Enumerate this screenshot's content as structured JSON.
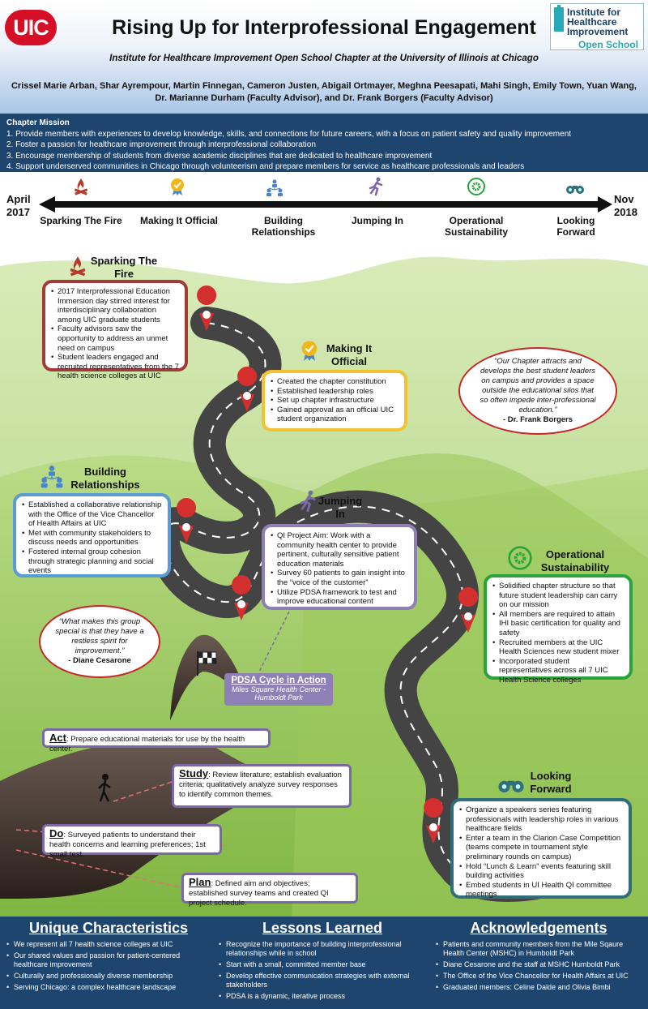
{
  "header": {
    "logo_left": "UIC",
    "title": "Rising Up for Interprofessional Engagement",
    "subtitle": "Institute for Healthcare Improvement Open School Chapter at the University of Illinois at Chicago",
    "authors": "Crissel Marie Arban, Shar Ayrempour, Martin Finnegan, Cameron Justen, Abigail Ortmayer, Meghna Peesapati, Mahi Singh, Emily Town, Yuan Wang, Dr. Marianne Durham (Faculty Advisor), and Dr. Frank Borgers (Faculty Advisor)",
    "ihi_logo": {
      "line1": "Institute for",
      "line2": "Healthcare",
      "line3": "Improvement",
      "line4": "Open School"
    }
  },
  "mission": {
    "title": "Chapter Mission",
    "items": [
      "1. Provide members with experiences to develop knowledge, skills, and connections for future careers, with a focus on patient safety and quality improvement",
      "2. Foster a passion for healthcare improvement through interprofessional collaboration",
      "3. Encourage membership of students from diverse academic disciplines that are dedicated to healthcare improvement",
      "4. Support underserved communities in Chicago through volunteerism and prepare members for service as healthcare professionals and leaders"
    ]
  },
  "timeline": {
    "start": {
      "month": "April",
      "year": "2017"
    },
    "end": {
      "month": "Nov",
      "year": "2018"
    },
    "stages": [
      {
        "label": "Sparking The Fire",
        "icon": "campfire-icon"
      },
      {
        "label": "Making It Official",
        "icon": "award-badge-icon"
      },
      {
        "label": "Building Relationships",
        "icon": "team-network-icon"
      },
      {
        "label": "Jumping In",
        "icon": "runner-icon"
      },
      {
        "label": "Operational Sustainability",
        "icon": "gears-icon"
      },
      {
        "label": "Looking Forward",
        "icon": "binoculars-icon"
      }
    ]
  },
  "sections": {
    "sparking": {
      "title": "Sparking The Fire",
      "items": [
        "2017 Interprofessional Education Immersion day stirred interest for interdisciplinary collaboration among UIC graduate students",
        "Faculty advisors saw the opportunity to address an unmet need on campus",
        "Student leaders engaged and recruited representatives from the 7 health science colleges at UIC"
      ]
    },
    "official": {
      "title": "Making It Official",
      "items": [
        "Created the chapter constitution",
        "Established leadership roles",
        "Set up chapter infrastructure",
        "Gained approval as an official UIC student organization"
      ]
    },
    "building": {
      "title": "Building Relationships",
      "items": [
        "Established a collaborative relationship with the Office of the Vice Chancellor of Health Affairs at UIC",
        "Met with community stakeholders to discuss needs and opportunities",
        "Fostered internal group cohesion through strategic planning and social events"
      ]
    },
    "jumping": {
      "title": "Jumping In",
      "items": [
        "QI Project Aim: Work with a community health center to provide pertinent, culturally sensitive patient education materials",
        "Survey 60 patients to gain insight into the “voice of the customer”",
        "Utilize PDSA framework to test and improve educational content"
      ]
    },
    "operational": {
      "title": "Operational Sustainability",
      "items": [
        "Solidified chapter structure so that future student leadership can carry on our mission",
        "All members are required to attain IHI basic certification for quality and safety",
        "Recruited members at the UIC Health Sciences new student mixer",
        "Incorporated student representatives across all 7 UIC Health Science colleges"
      ]
    },
    "looking": {
      "title": "Looking Forward",
      "items": [
        "Organize a speakers series featuring professionals with leadership roles in various healthcare fields",
        "Enter a team in the Clarion Case Competition (teams compete in tournament style preliminary rounds on campus)",
        "Hold “Lunch & Learn” events featuring skill building activities",
        "Embed students in UI Health QI committee meetings"
      ]
    }
  },
  "quotes": {
    "borgers": {
      "text": "“Our Chapter attracts and develops the best student leaders on campus and provides a space outside the educational silos that so often impede inter-professional education.”",
      "by": "- Dr. Frank Borgers"
    },
    "cesarone": {
      "text": "“What makes this group special is that they have a restless spirit for improvement.”",
      "by": "- Diane Cesarone"
    }
  },
  "pdsa": {
    "action_title": "PDSA Cycle in Action",
    "action_sub": "Miles Square Health Center - Humboldt Park",
    "act": {
      "label": "Act",
      "text": ": Prepare educational materials for use by the health center."
    },
    "study": {
      "label": "Study",
      "text": ": Review literature; establish evaluation criteria; qualitatively analyze survey responses to identify common themes."
    },
    "do": {
      "label": "Do",
      "text": ": Surveyed patients to understand their health concerns and learning preferences; 1st small test."
    },
    "plan": {
      "label": "Plan",
      "text": ": Defined aim and objectives; established survey teams and created QI project schedule."
    }
  },
  "bottom": {
    "unique": {
      "title": "Unique Characteristics",
      "items": [
        "We represent all 7 health science colleges at UIC",
        "Our shared values and passion for patient-centered healthcare improvement",
        "Culturally and professionally diverse membership",
        "Serving Chicago: a complex healthcare landscape"
      ]
    },
    "lessons": {
      "title": "Lessons Learned",
      "items": [
        "Recognize the importance of building interprofessional relationships while in school",
        "Start with a small, committed member base",
        "Develop effective communication strategies with external stakeholders",
        "PDSA is a dynamic, iterative process"
      ]
    },
    "ack": {
      "title": "Acknowledgements",
      "items": [
        "Patients and community members from the Mile Sqaure Health Center (MSHC) in Humboldt Park",
        "Diane Cesarone and the staff at MSHC Humboldt Park",
        "The Office of the Vice Chancellor for Health Affairs at UIC",
        "Graduated members: Celine Dalde and Olivia Bimbi"
      ]
    }
  },
  "colors": {
    "navy": "#1d456e",
    "uic_red": "#d50f25",
    "sparking": "#a33a3a",
    "official": "#f2c230",
    "building": "#5b9bd5",
    "jumping": "#8e80b6",
    "operational": "#2aa33b",
    "looking": "#2f6e7a"
  }
}
